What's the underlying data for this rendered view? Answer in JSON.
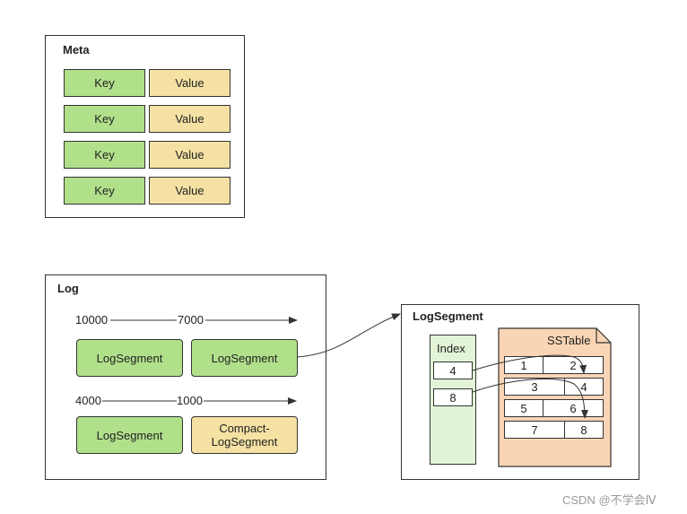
{
  "meta": {
    "title": "Meta",
    "rows": [
      {
        "key": "Key",
        "value": "Value"
      },
      {
        "key": "Key",
        "value": "Value"
      },
      {
        "key": "Key",
        "value": "Value"
      },
      {
        "key": "Key",
        "value": "Value"
      }
    ]
  },
  "log": {
    "title": "Log",
    "row1": {
      "start": "10000",
      "end": "7000",
      "segments": [
        "LogSegment",
        "LogSegment"
      ]
    },
    "row2": {
      "start": "4000",
      "end": "1000",
      "segments": [
        "LogSegment",
        "Compact-\nLogSegment"
      ]
    }
  },
  "logsegment": {
    "title": "LogSegment",
    "index": {
      "label": "Index",
      "entries": [
        "4",
        "8"
      ]
    },
    "sstable": {
      "label": "SSTable",
      "rows": [
        [
          "1",
          "2"
        ],
        [
          "3",
          "4"
        ],
        [
          "5",
          "6"
        ],
        [
          "7",
          "8"
        ]
      ]
    }
  },
  "watermark": "CSDN @不学会Ⅳ",
  "colors": {
    "green": "#b1e08b",
    "yellow": "#f4e1a3",
    "index_bg": "#e3f3d6",
    "sstable_bg": "#f9d5b5"
  }
}
